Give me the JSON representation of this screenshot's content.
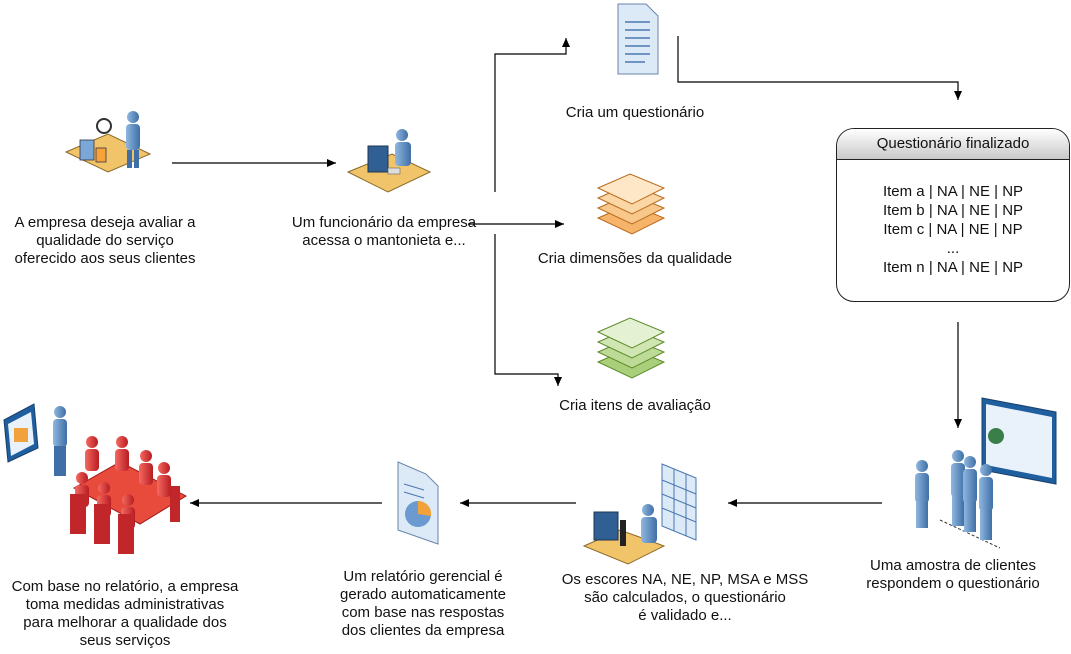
{
  "steps": {
    "s1": [
      "A empresa deseja avaliar a",
      "qualidade do serviço",
      "oferecido aos seus clientes"
    ],
    "s2": [
      "Um funcionário da empresa",
      "acessa o mantonieta e..."
    ],
    "b1": "Cria um questionário",
    "b2": "Cria  dimensões da qualidade",
    "b3": "Cria itens de avaliação",
    "s4": [
      "Uma amostra de clientes",
      "respondem o questionário"
    ],
    "s5": [
      "Os escores NA, NE, NP, MSA e MSS",
      "são calculados, o questionário",
      "é validado e..."
    ],
    "s6": [
      "Um relatório gerencial é",
      "gerado automaticamente",
      "com base nas respostas",
      "dos clientes da empresa"
    ],
    "s7": [
      "Com base no relatório, a empresa",
      "toma medidas administrativas",
      "para melhorar a qualidade dos",
      "seus serviços"
    ]
  },
  "questionnaire": {
    "title": "Questionário finalizado",
    "items": [
      "Item a | NA | NE | NP",
      "Item b | NA | NE | NP",
      "Item c | NA | NE | NP",
      "...",
      "Item n | NA | NE | NP"
    ]
  },
  "colors": {
    "person": "#5b8fc7",
    "document": "#dce9f7",
    "stack_orange": "#f5a24a",
    "stack_green": "#9cc56a",
    "meeting_red": "#d8282c"
  },
  "icons": [
    "analyst-icon",
    "worker-computer-icon",
    "document-icon",
    "orange-stack-icon",
    "green-stack-icon",
    "clients-screen-icon",
    "lab-spreadsheet-icon",
    "report-chart-icon",
    "meeting-icon"
  ]
}
